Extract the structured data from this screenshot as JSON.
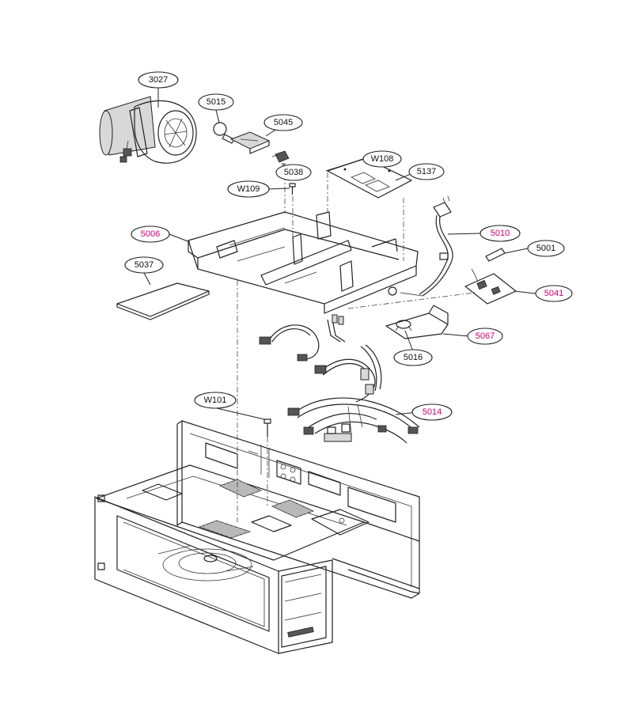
{
  "colors": {
    "line": "#222222",
    "label_default": "#111111",
    "label_highlight": "#cc0077",
    "background": "#ffffff"
  },
  "parts": [
    {
      "id": "p3027",
      "label": "3027",
      "highlight": false
    },
    {
      "id": "p5015",
      "label": "5015",
      "highlight": false
    },
    {
      "id": "p5045",
      "label": "5045",
      "highlight": false
    },
    {
      "id": "p5038",
      "label": "5038",
      "highlight": false
    },
    {
      "id": "pW108",
      "label": "W108",
      "highlight": false
    },
    {
      "id": "p5137",
      "label": "5137",
      "highlight": false
    },
    {
      "id": "pW109",
      "label": "W109",
      "highlight": false
    },
    {
      "id": "p5006",
      "label": "5006",
      "highlight": true
    },
    {
      "id": "p5010",
      "label": "5010",
      "highlight": true
    },
    {
      "id": "p5001",
      "label": "5001",
      "highlight": false
    },
    {
      "id": "p5037",
      "label": "5037",
      "highlight": false
    },
    {
      "id": "p5041",
      "label": "5041",
      "highlight": true
    },
    {
      "id": "p5067",
      "label": "5067",
      "highlight": true
    },
    {
      "id": "p5016",
      "label": "5016",
      "highlight": false
    },
    {
      "id": "pW101",
      "label": "W101",
      "highlight": false
    },
    {
      "id": "p5014",
      "label": "5014",
      "highlight": true
    }
  ]
}
